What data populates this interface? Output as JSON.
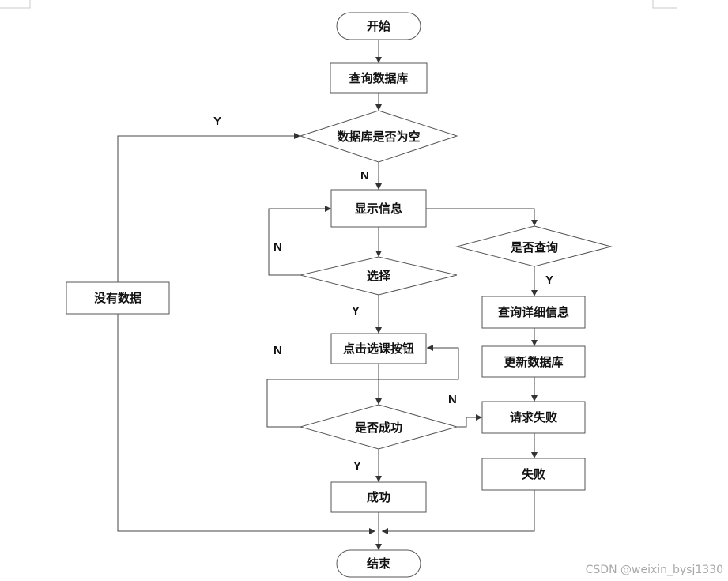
{
  "nodes": {
    "start": "开始",
    "query_db": "查询数据库",
    "db_empty": "数据库是否为空",
    "show_info": "显示信息",
    "choose": "选择",
    "click_select": "点击选课按钮",
    "success_check": "是否成功",
    "success": "成功",
    "end": "结束",
    "is_query": "是否查询",
    "query_detail": "查询详细信息",
    "update_db": "更新数据库",
    "request_fail": "请求失败",
    "fail": "失败",
    "no_data": "没有数据"
  },
  "labels": {
    "yes": "Y",
    "no": "N"
  },
  "watermark": "CSDN @weixin_bysj1330"
}
